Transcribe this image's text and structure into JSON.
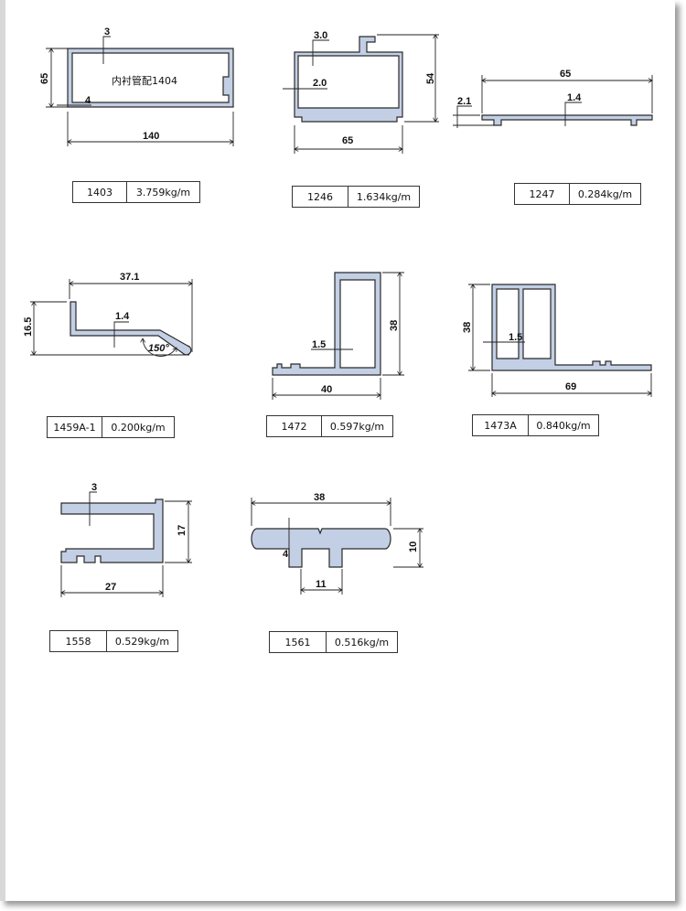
{
  "profiles": [
    {
      "code": "1403",
      "weight": "3.759kg/m",
      "dims": {
        "w": "140",
        "h": "65",
        "t1": "3",
        "t2": "4"
      },
      "note": "内衬管配1404"
    },
    {
      "code": "1246",
      "weight": "1.634kg/m",
      "dims": {
        "w": "65",
        "h": "54",
        "t1": "3.0",
        "t2": "2.0"
      }
    },
    {
      "code": "1247",
      "weight": "0.284kg/m",
      "dims": {
        "w": "65",
        "t1": "1.4",
        "t2": "2.1"
      }
    },
    {
      "code": "1459A-1",
      "weight": "0.200kg/m",
      "dims": {
        "w": "37.1",
        "h": "16.5",
        "t1": "1.4",
        "angle": "150°"
      }
    },
    {
      "code": "1472",
      "weight": "0.597kg/m",
      "dims": {
        "w": "40",
        "h": "38",
        "t1": "1.5"
      }
    },
    {
      "code": "1473A",
      "weight": "0.840kg/m",
      "dims": {
        "w": "69",
        "h": "38",
        "t1": "1.5"
      }
    },
    {
      "code": "1558",
      "weight": "0.529kg/m",
      "dims": {
        "w": "27",
        "h": "17",
        "t1": "3"
      }
    },
    {
      "code": "1561",
      "weight": "0.516kg/m",
      "dims": {
        "w": "38",
        "h": "10",
        "t1": "4",
        "w2": "11"
      }
    }
  ]
}
